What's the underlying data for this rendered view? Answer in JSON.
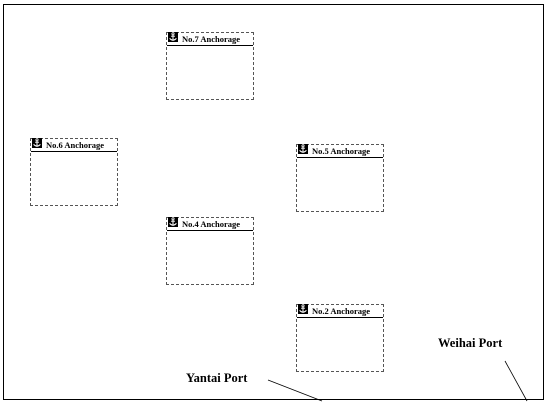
{
  "map": {
    "anchorages": [
      {
        "id": "no7",
        "label": "No.7 Anchorage",
        "icon": "anchor-icon"
      },
      {
        "id": "no6",
        "label": "No.6 Anchorage",
        "icon": "anchor-icon"
      },
      {
        "id": "no5",
        "label": "No.5 Anchorage",
        "icon": "anchor-icon"
      },
      {
        "id": "no4",
        "label": "No.4 Anchorage",
        "icon": "anchor-icon"
      },
      {
        "id": "no2",
        "label": "No.2 Anchorage",
        "icon": "anchor-icon"
      }
    ],
    "ports": [
      {
        "id": "yantai",
        "label": "Yantai Port"
      },
      {
        "id": "weihai",
        "label": "Weihai Port"
      }
    ],
    "colors": {
      "frame": "#000000",
      "boundary": "#555555",
      "background": "#ffffff"
    }
  }
}
